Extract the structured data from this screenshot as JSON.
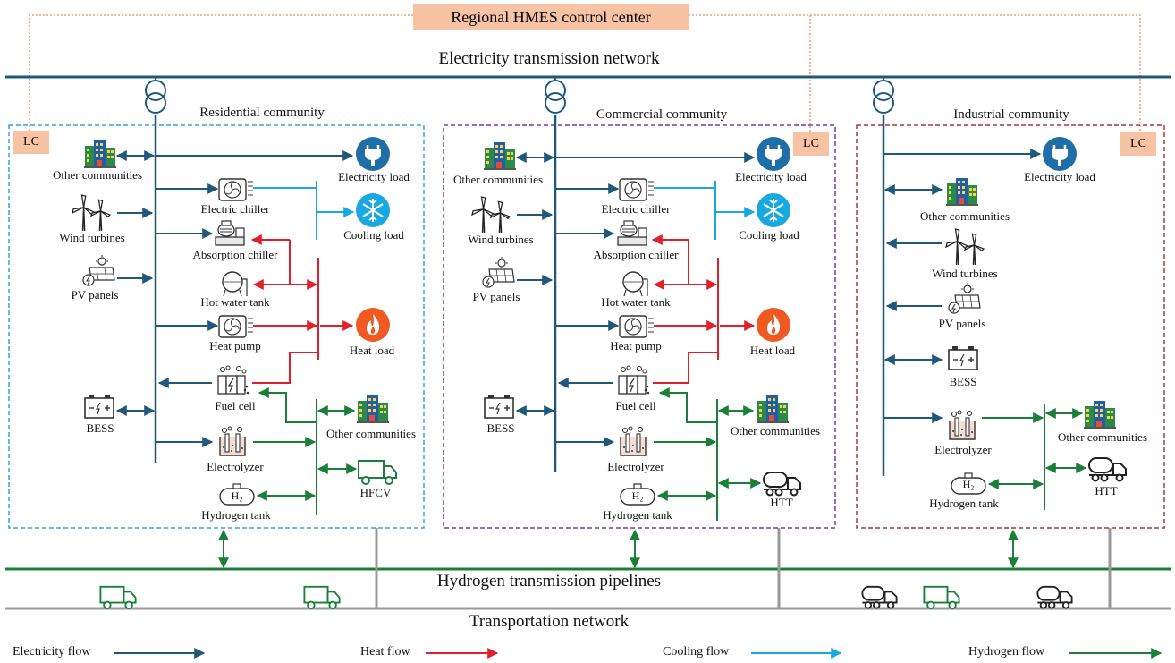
{
  "header": {
    "control_center": "Regional HMES control center",
    "electricity_network": "Electricity transmission network",
    "hydrogen_pipelines": "Hydrogen transmission pipelines",
    "transport_network": "Transportation network"
  },
  "lc_label": "LC",
  "communities": {
    "residential": {
      "title": "Residential community",
      "other_communities_1": "Other communities",
      "wind": "Wind turbines",
      "pv": "PV panels",
      "bess": "BESS",
      "electric_chiller": "Electric chiller",
      "absorption_chiller": "Absorption chiller",
      "hot_water_tank": "Hot water tank",
      "heat_pump": "Heat pump",
      "fuel_cell": "Fuel cell",
      "electrolyzer": "Electrolyzer",
      "hydrogen_tank": "Hydrogen tank",
      "electricity_load": "Electricity load",
      "cooling_load": "Cooling load",
      "heat_load": "Heat load",
      "other_communities_2": "Other communities",
      "vehicle": "HFCV"
    },
    "commercial": {
      "title": "Commercial community",
      "other_communities_1": "Other communities",
      "wind": "Wind turbines",
      "pv": "PV panels",
      "bess": "BESS",
      "electric_chiller": "Electric chiller",
      "absorption_chiller": "Absorption chiller",
      "hot_water_tank": "Hot water tank",
      "heat_pump": "Heat pump",
      "fuel_cell": "Fuel cell",
      "electrolyzer": "Electrolyzer",
      "hydrogen_tank": "Hydrogen tank",
      "electricity_load": "Electricity load",
      "cooling_load": "Cooling load",
      "heat_load": "Heat load",
      "other_communities_2": "Other communities",
      "vehicle": "HTT"
    },
    "industrial": {
      "title": "Industrial community",
      "electricity_load": "Electricity load",
      "other_communities_1": "Other communities",
      "wind": "Wind turbines",
      "pv": "PV panels",
      "bess": "BESS",
      "electrolyzer": "Electrolyzer",
      "hydrogen_tank": "Hydrogen tank",
      "other_communities_2": "Other communities",
      "vehicle": "HTT"
    }
  },
  "h2_symbol": "H₂",
  "legend": {
    "electricity": "Electricity flow",
    "heat": "Heat flow",
    "cooling": "Cooling flow",
    "hydrogen": "Hydrogen flow"
  },
  "colors": {
    "electricity": "#1f5878",
    "heat": "#e0202a",
    "cooling": "#19a8e0",
    "hydrogen": "#1b7f3a",
    "control": "#f08a5a",
    "lc_box": "#f8c2a4",
    "residential_border": "#3aa3d6",
    "commercial_border": "#7a3aa8",
    "industrial_border": "#a83a3a",
    "transport": "#999999"
  },
  "icons": {
    "building": "building-icon",
    "wind": "wind-turbine-icon",
    "pv": "solar-panel-icon",
    "battery": "battery-icon",
    "chiller": "electric-chiller-icon",
    "absorption": "absorption-chiller-icon",
    "tank": "hot-water-tank-icon",
    "heatpump": "heat-pump-icon",
    "fuelcell": "fuel-cell-icon",
    "electrolyzer": "electrolyzer-icon",
    "h2tank": "hydrogen-tank-icon",
    "plug": "plug-icon",
    "snow": "snowflake-icon",
    "flame": "flame-icon",
    "truck": "truck-icon",
    "tanker": "tanker-truck-icon",
    "transformer": "transformer-icon"
  }
}
